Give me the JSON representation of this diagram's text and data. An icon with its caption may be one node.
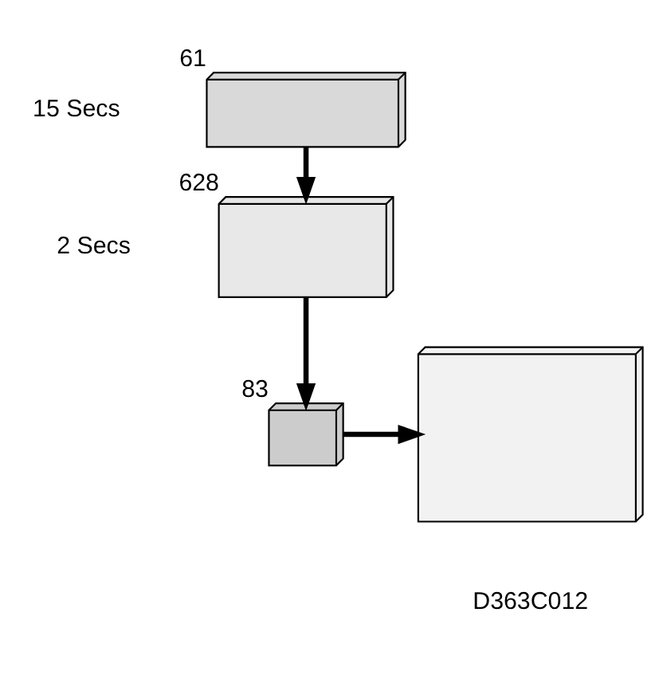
{
  "diagram": {
    "nodes": [
      {
        "text": [],
        "shape": "picture",
        "beside": [
          "61"
        ]
      },
      {
        "text": [],
        "shape": "picture",
        "beside": [
          "628"
        ]
      },
      {
        "text": [],
        "shape": "picture",
        "beside": [
          "83"
        ]
      },
      {
        "text": [],
        "shape": "picture"
      }
    ],
    "edges": [
      {
        "from": 0,
        "to": 1,
        "arrow": "to"
      },
      {
        "from": 1,
        "to": 2,
        "arrow": "to"
      },
      {
        "from": 2,
        "to": 3,
        "arrow": "to"
      }
    ],
    "labels": [
      "15 Secs",
      "2 Secs",
      "D363C012"
    ]
  }
}
